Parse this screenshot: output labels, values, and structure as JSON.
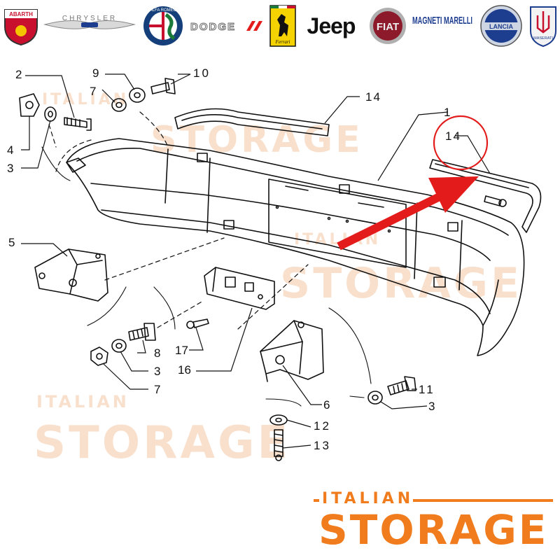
{
  "brands": [
    {
      "name": "ABARTH",
      "icon": "abarth-logo-icon"
    },
    {
      "name": "CHRYSLER",
      "icon": "chrysler-logo-icon"
    },
    {
      "name": "ALFA ROMEO",
      "icon": "alfa-romeo-logo-icon"
    },
    {
      "name": "DODGE",
      "icon": "dodge-logo-icon"
    },
    {
      "name": "Ferrari",
      "icon": "ferrari-logo-icon"
    },
    {
      "name": "Jeep",
      "icon": "jeep-logo-icon"
    },
    {
      "name": "FIAT",
      "icon": "fiat-logo-icon"
    },
    {
      "name": "MAGNETI MARELLI",
      "icon": "magneti-marelli-logo-icon"
    },
    {
      "name": "LANCIA",
      "icon": "lancia-logo-icon"
    },
    {
      "name": "MASERATI",
      "icon": "maserati-logo-icon"
    }
  ],
  "callouts": {
    "c2": "2",
    "c9": "9",
    "c10": "10",
    "c7a": "7",
    "c4": "4",
    "c3a": "3",
    "c14a": "14",
    "c1": "1",
    "c14b": "14",
    "c5": "5",
    "c8": "8",
    "c3b": "3",
    "c7b": "7",
    "c17": "17",
    "c16": "16",
    "c6": "6",
    "c11": "11",
    "c3c": "3",
    "c12": "12",
    "c13": "13"
  },
  "watermark": {
    "small": "ITALIAN",
    "big": "STORAGE"
  },
  "footer": {
    "small": "ITALIAN",
    "big": "STORAGE"
  },
  "colors": {
    "accent": "#f07c1d",
    "highlight": "#e31b1b",
    "watermark": "#f3c7a6"
  }
}
